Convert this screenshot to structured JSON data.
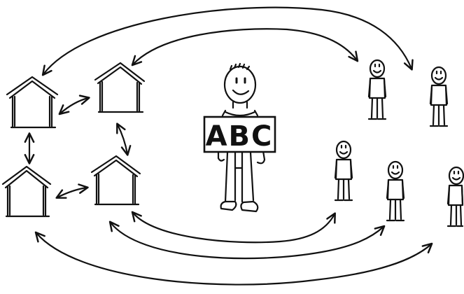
{
  "diagram": {
    "sign_text": "ABC",
    "ink_color": "#111111",
    "background": "#ffffff",
    "houses": [
      "house",
      "house",
      "house",
      "house"
    ],
    "people": [
      "person",
      "person",
      "person",
      "person",
      "person"
    ]
  }
}
